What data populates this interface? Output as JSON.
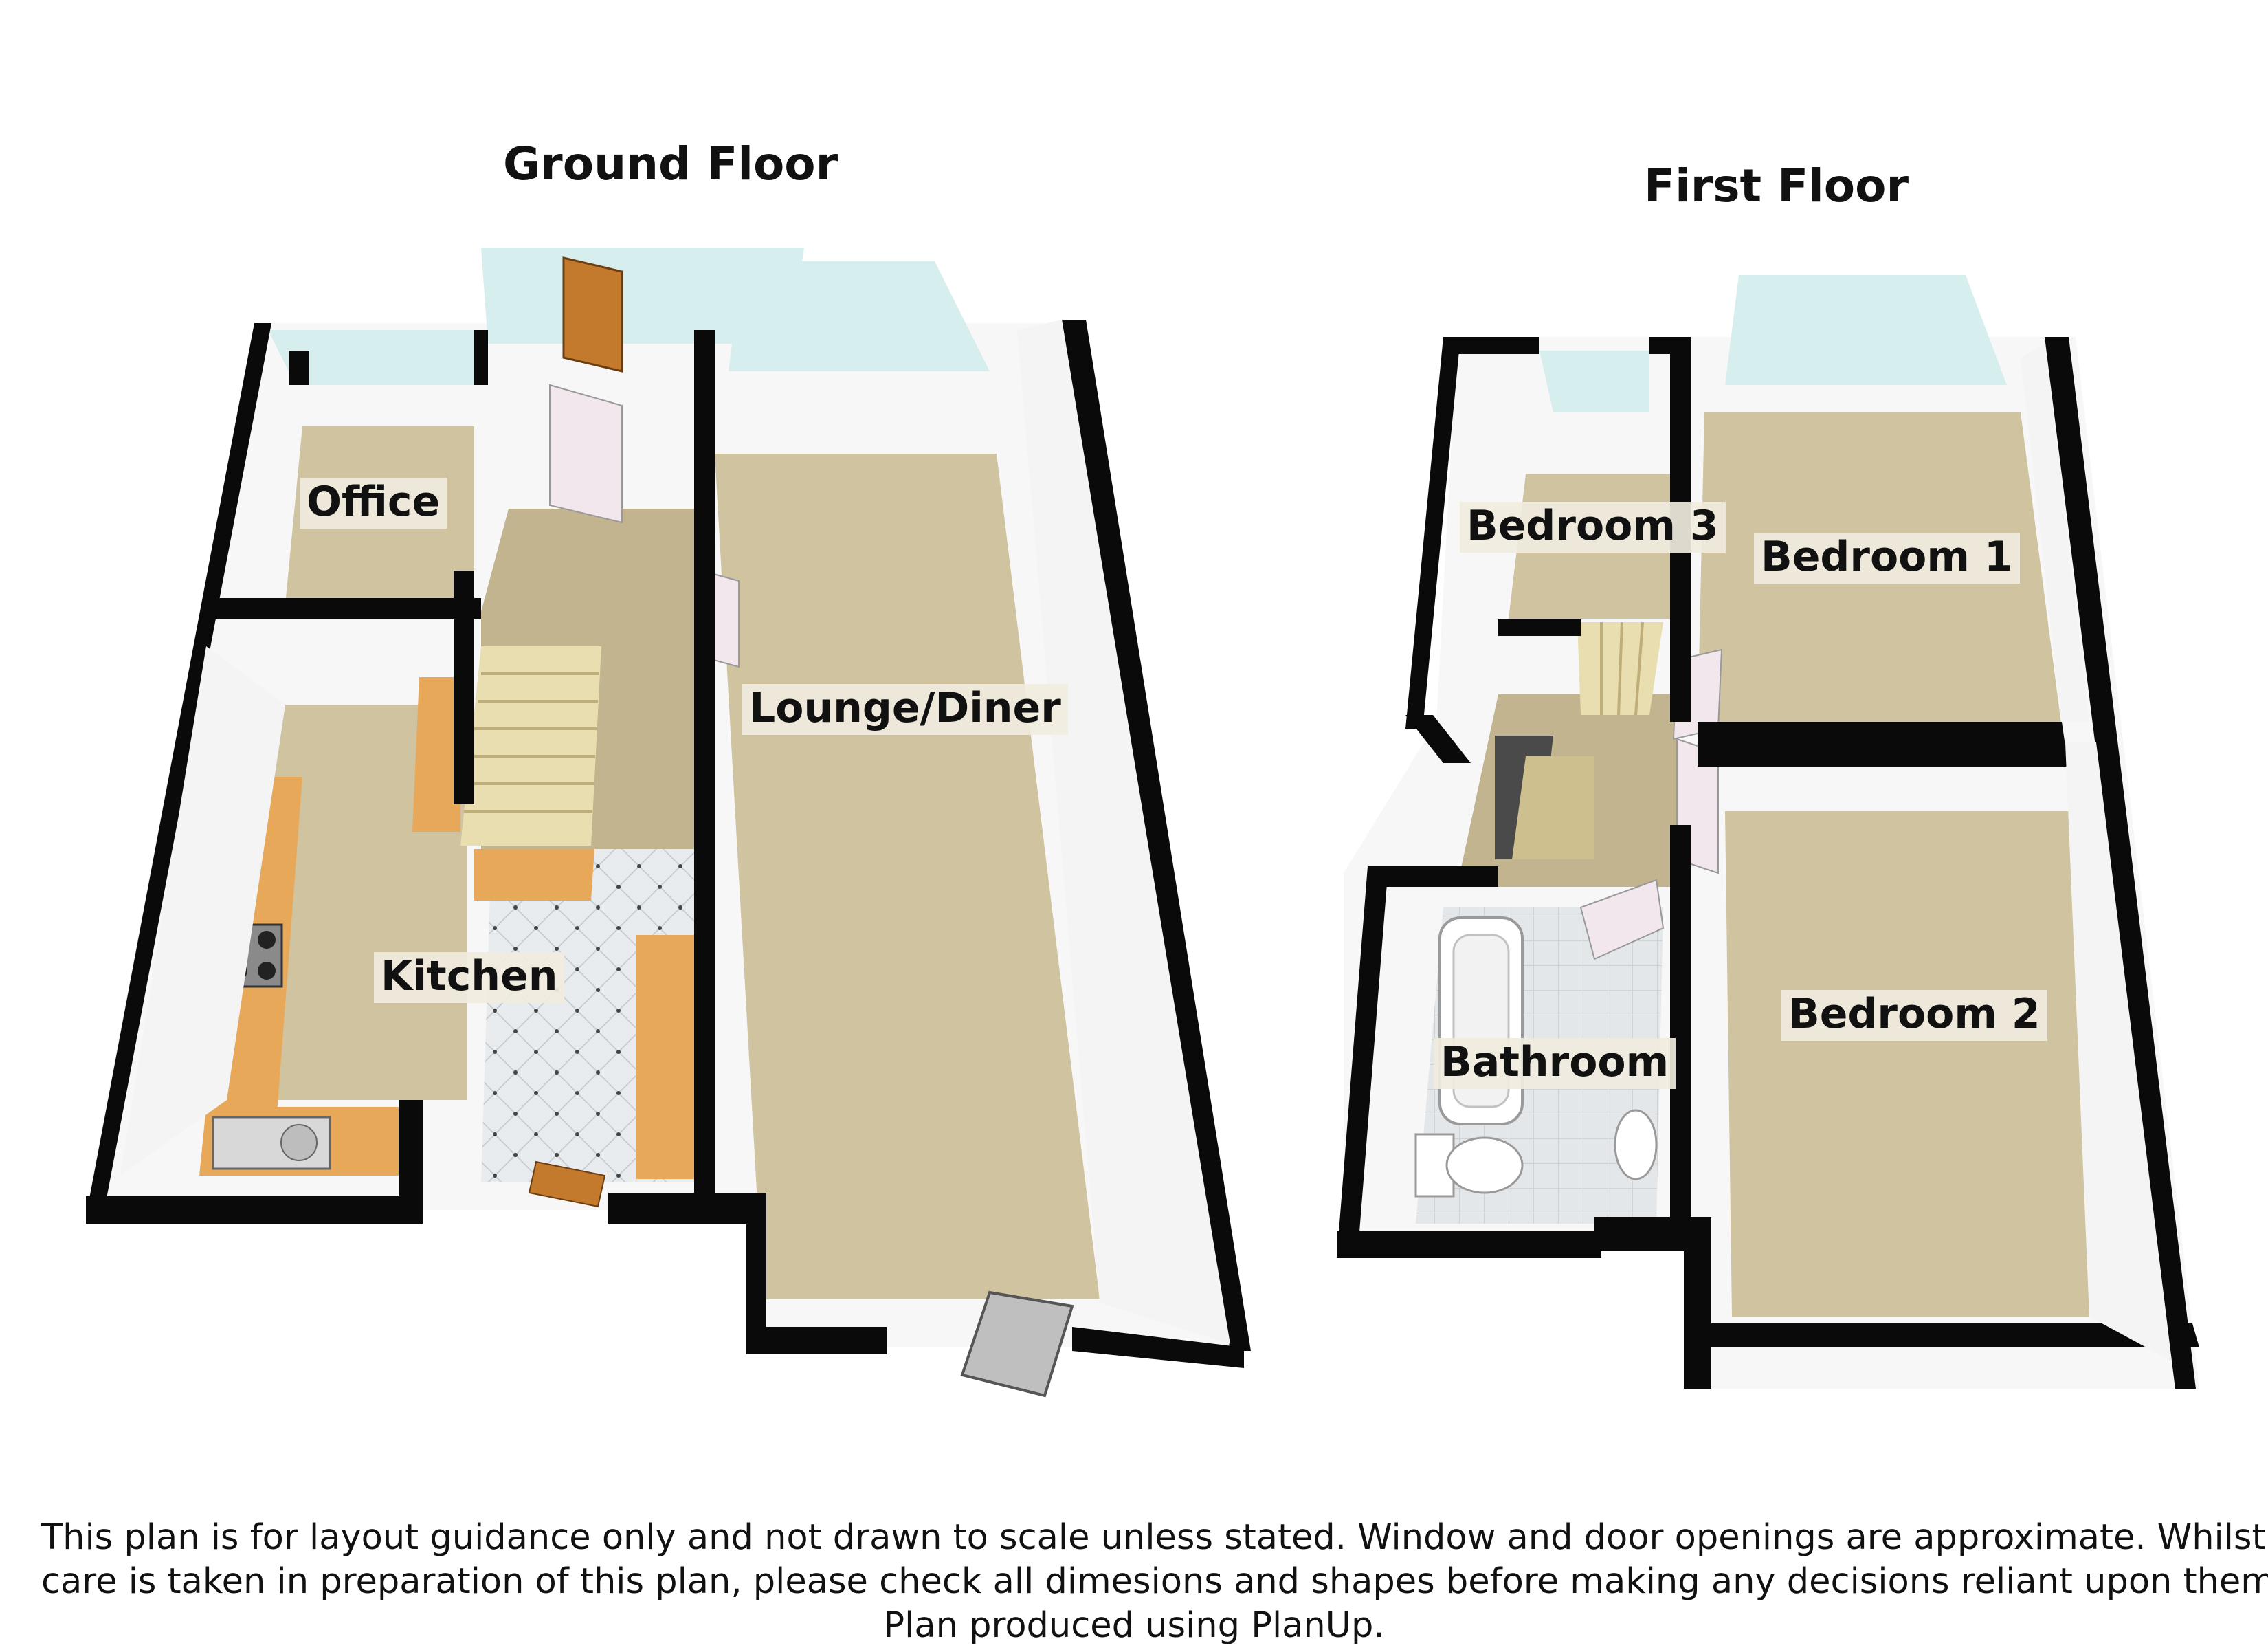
{
  "floors": [
    {
      "title": "Ground Floor",
      "rooms": [
        "Office",
        "Lounge/Diner",
        "Kitchen"
      ]
    },
    {
      "title": "First Floor",
      "rooms": [
        "Bedroom 3",
        "Bedroom 1",
        "Bedroom 2",
        "Bathroom"
      ]
    }
  ],
  "disclaimer": {
    "line1": "This plan is for layout guidance only and not drawn to scale unless stated. Window and door openings are approximate. Whilst every",
    "line2": "care is taken in preparation of this plan, please check all dimesions and shapes before making any decisions reliant upon them.",
    "line3": "Plan produced using PlanUp."
  },
  "colors": {
    "wall": "#0a0a0a",
    "carpet": "#cfc3a0",
    "hall_carpet": "#c2b48e",
    "worktop": "#e8a85a",
    "tile": "#e6e9ec",
    "glass": "#d6eeee",
    "wall_face": "#f7f7f7"
  }
}
